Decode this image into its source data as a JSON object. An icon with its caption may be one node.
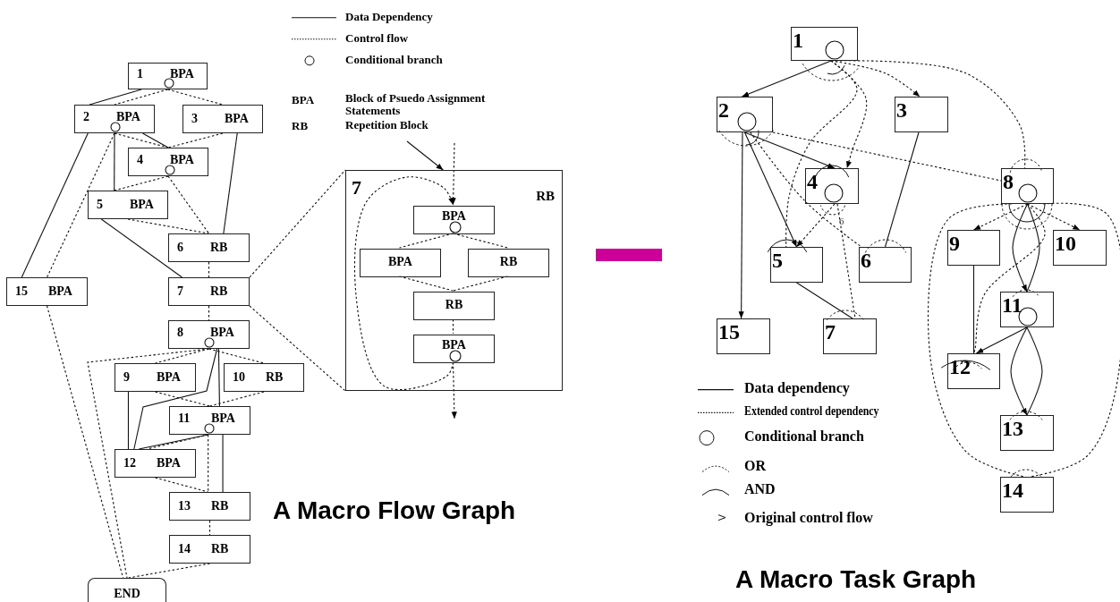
{
  "diagram": {
    "nodes": [
      {
        "text": [
          "1",
          "BPA"
        ]
      },
      {
        "text": [
          "2",
          "BPA"
        ]
      },
      {
        "text": [
          "3",
          "BPA"
        ]
      },
      {
        "text": [
          "4",
          "BPA"
        ]
      },
      {
        "text": [
          "5",
          "BPA"
        ]
      },
      {
        "text": [
          "6",
          "RB"
        ]
      },
      {
        "text": [
          "7",
          "RB"
        ]
      },
      {
        "text": [
          "8",
          "BPA"
        ]
      },
      {
        "text": [
          "9",
          "BPA"
        ]
      },
      {
        "text": [
          "10",
          "RB"
        ]
      },
      {
        "text": [
          "11",
          "BPA"
        ]
      },
      {
        "text": [
          "12",
          "BPA"
        ]
      },
      {
        "text": [
          "13",
          "RB"
        ]
      },
      {
        "text": [
          "14",
          "RB"
        ]
      },
      {
        "text": [
          "15",
          "BPA"
        ]
      },
      {
        "text": [
          "END"
        ]
      },
      {
        "text": [
          "7",
          "RB"
        ]
      },
      {
        "text": [
          "BPA"
        ],
        "in": 16
      },
      {
        "text": [
          "BPA"
        ],
        "in": 16
      },
      {
        "text": [
          "RB"
        ],
        "in": 16
      },
      {
        "text": [
          "RB"
        ],
        "in": 16
      },
      {
        "text": [
          "BPA"
        ],
        "in": 16
      },
      {
        "text": [
          "1"
        ]
      },
      {
        "text": [
          "2"
        ]
      },
      {
        "text": [
          "3"
        ]
      },
      {
        "text": [
          "4"
        ]
      },
      {
        "text": [
          "8"
        ]
      },
      {
        "text": [
          "5"
        ]
      },
      {
        "text": [
          "6"
        ]
      },
      {
        "text": [
          "9"
        ]
      },
      {
        "text": [
          "10"
        ]
      },
      {
        "text": [
          "15"
        ]
      },
      {
        "text": [
          "7"
        ]
      },
      {
        "text": [
          "11"
        ]
      },
      {
        "text": [
          "12"
        ]
      },
      {
        "text": [
          "13"
        ]
      },
      {
        "text": [
          "14"
        ]
      }
    ],
    "edges": [
      {
        "from": 0,
        "to": 1,
        "arrow": "none"
      },
      {
        "from": 0,
        "to": 1,
        "arrow": "none",
        "style": "dashed"
      },
      {
        "from": 0,
        "to": 2,
        "arrow": "none",
        "style": "dashed"
      },
      {
        "from": 1,
        "to": 3,
        "arrow": "none"
      },
      {
        "from": 1,
        "to": 3,
        "arrow": "none",
        "style": "dashed"
      },
      {
        "from": 2,
        "to": 3,
        "arrow": "none",
        "style": "dashed"
      },
      {
        "from": 1,
        "to": 4,
        "arrow": "none"
      },
      {
        "from": 1,
        "to": 14,
        "arrow": "none"
      },
      {
        "from": 1,
        "to": 14,
        "arrow": "none",
        "style": "dashed"
      },
      {
        "from": 3,
        "to": 4,
        "arrow": "none",
        "style": "dashed"
      },
      {
        "from": 3,
        "to": 5,
        "arrow": "none",
        "style": "dashed"
      },
      {
        "from": 2,
        "to": 5,
        "arrow": "none"
      },
      {
        "from": 4,
        "to": 5,
        "arrow": "none",
        "style": "dashed"
      },
      {
        "from": 4,
        "to": 6,
        "arrow": "none"
      },
      {
        "from": 5,
        "to": 6,
        "arrow": "none",
        "style": "dashed"
      },
      {
        "from": 6,
        "to": 7,
        "arrow": "none",
        "style": "dashed"
      },
      {
        "from": 7,
        "to": 8,
        "arrow": "none",
        "style": "dashed"
      },
      {
        "from": 7,
        "to": 9,
        "arrow": "none",
        "style": "dashed"
      },
      {
        "from": 7,
        "to": 15,
        "arrow": "none",
        "style": "dashed"
      },
      {
        "from": 7,
        "to": 11,
        "arrow": "none"
      },
      {
        "from": 7,
        "to": 10,
        "arrow": "none"
      },
      {
        "from": 8,
        "to": 10,
        "arrow": "none",
        "style": "dashed"
      },
      {
        "from": 9,
        "to": 10,
        "arrow": "none",
        "style": "dashed"
      },
      {
        "from": 8,
        "to": 11,
        "arrow": "none"
      },
      {
        "from": 10,
        "to": 11,
        "arrow": "none"
      },
      {
        "from": 10,
        "to": 11,
        "arrow": "none",
        "style": "dashed"
      },
      {
        "from": 10,
        "to": 12,
        "arrow": "none",
        "style": "dashed"
      },
      {
        "from": 10,
        "to": 12,
        "arrow": "none"
      },
      {
        "from": 11,
        "to": 12,
        "arrow": "none",
        "style": "dashed"
      },
      {
        "from": 12,
        "to": 13,
        "arrow": "none",
        "style": "dashed"
      },
      {
        "from": 13,
        "to": 15,
        "arrow": "none",
        "style": "dashed"
      },
      {
        "from": 14,
        "to": 15,
        "arrow": "none",
        "style": "dashed"
      },
      {
        "from": 6,
        "to": 16,
        "arrow": "none",
        "style": "dashed"
      },
      {
        "from": 6,
        "to": 16,
        "arrow": "none",
        "style": "dashed"
      },
      {
        "from": null,
        "to": 17,
        "arrow": "to",
        "style": "dashed"
      },
      {
        "from": 17,
        "to": 18,
        "arrow": "none",
        "style": "dashed"
      },
      {
        "from": 17,
        "to": 19,
        "arrow": "none",
        "style": "dashed"
      },
      {
        "from": 18,
        "to": 20,
        "arrow": "none",
        "style": "dashed"
      },
      {
        "from": 19,
        "to": 20,
        "arrow": "none",
        "style": "dashed"
      },
      {
        "from": 20,
        "to": 21,
        "arrow": "none",
        "style": "dashed"
      },
      {
        "from": 21,
        "to": 17,
        "arrow": "to",
        "style": "dashed"
      },
      {
        "from": 21,
        "to": null,
        "arrow": "to",
        "style": "dashed"
      },
      {
        "from": null,
        "to": 16,
        "arrow": "to"
      },
      {
        "from": 22,
        "to": 23,
        "arrow": "to"
      },
      {
        "from": 22,
        "to": 24,
        "arrow": "to",
        "style": "dashed"
      },
      {
        "from": 22,
        "to": 25,
        "arrow": "to",
        "style": "dashed"
      },
      {
        "from": 22,
        "to": 27,
        "arrow": "none",
        "style": "dashed"
      },
      {
        "from": 22,
        "to": 26,
        "arrow": "none",
        "style": "dashed"
      },
      {
        "from": 23,
        "to": 25,
        "arrow": "to"
      },
      {
        "from": 23,
        "to": 27,
        "arrow": "to"
      },
      {
        "from": 23,
        "to": 31,
        "arrow": "to"
      },
      {
        "from": 23,
        "to": 28,
        "arrow": "none",
        "style": "dashed"
      },
      {
        "from": 23,
        "to": 26,
        "arrow": "none",
        "style": "dashed"
      },
      {
        "from": 24,
        "to": 28,
        "arrow": "none"
      },
      {
        "from": 25,
        "to": 27,
        "arrow": "to",
        "style": "dashed"
      },
      {
        "from": 25,
        "to": 32,
        "arrow": "none",
        "style": "dashed"
      },
      {
        "from": 27,
        "to": 32,
        "arrow": "none"
      },
      {
        "from": 26,
        "to": 29,
        "arrow": "to",
        "style": "dashed"
      },
      {
        "from": 26,
        "to": 30,
        "arrow": "to",
        "style": "dashed"
      },
      {
        "from": 26,
        "to": 33,
        "arrow": "to"
      },
      {
        "from": 26,
        "to": 33,
        "arrow": "none"
      },
      {
        "from": 26,
        "to": 34,
        "arrow": "none",
        "style": "dashed"
      },
      {
        "from": 26,
        "to": 36,
        "arrow": "none",
        "style": "dashed"
      },
      {
        "from": 26,
        "to": 36,
        "arrow": "none",
        "style": "dashed"
      },
      {
        "from": 29,
        "to": 34,
        "arrow": "none"
      },
      {
        "from": 33,
        "to": 34,
        "arrow": "to"
      },
      {
        "from": 33,
        "to": 35,
        "arrow": "to"
      },
      {
        "from": 33,
        "to": 35,
        "arrow": "none"
      }
    ],
    "labels": [
      "BPA",
      "RB",
      "6",
      "A Macro Flow Graph",
      "A Macro Task Graph"
    ],
    "legend": [
      {
        "text": "Data Dependency"
      },
      {
        "text": "Control flow"
      },
      {
        "text": "Conditional branch"
      },
      {
        "text": "Block of Psuedo Assignment Statements"
      },
      {
        "text": "Repetition Block"
      },
      {
        "text": "Data dependency"
      },
      {
        "text": "Extended control dependency"
      },
      {
        "text": "Conditional branch"
      },
      {
        "text": "OR"
      },
      {
        "text": "AND"
      },
      {
        "text": "Original control flow"
      }
    ]
  }
}
